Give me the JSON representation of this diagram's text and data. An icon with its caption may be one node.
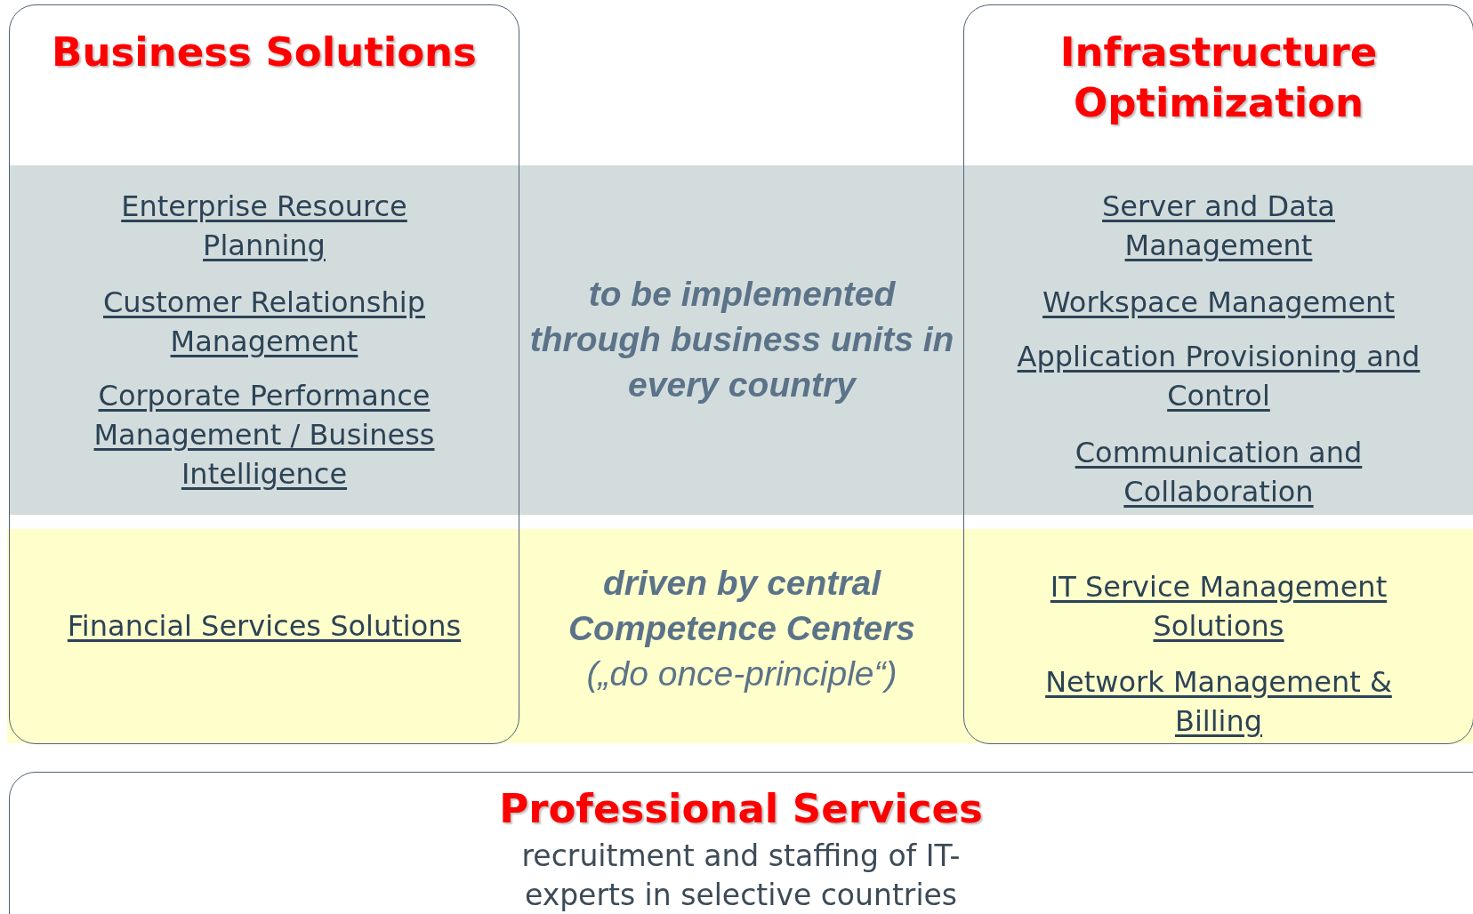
{
  "diagram": {
    "nodes": [
      {
        "text": [
          "Business Solutions",
          "Enterprise Resource Planning",
          "Customer Relationship Management",
          "Corporate Performance Management / Business Intelligence",
          "Financial Services Solutions"
        ]
      },
      {
        "text": [
          "Infrastructure Optimization",
          "Server and Data Management",
          "Workspace Management",
          "Application Provisioning and Control",
          "Communication and Collaboration",
          "IT Service Management Solutions",
          "Network Management & Billing"
        ]
      },
      {
        "text": [
          "Professional Services",
          "recruitment and staffing of IT-experts in selective countries"
        ]
      }
    ],
    "edges": [],
    "labels": [
      "to be implemented through business units in every country",
      "driven by central Competence Centers",
      "(„do once-principle“)"
    ]
  }
}
